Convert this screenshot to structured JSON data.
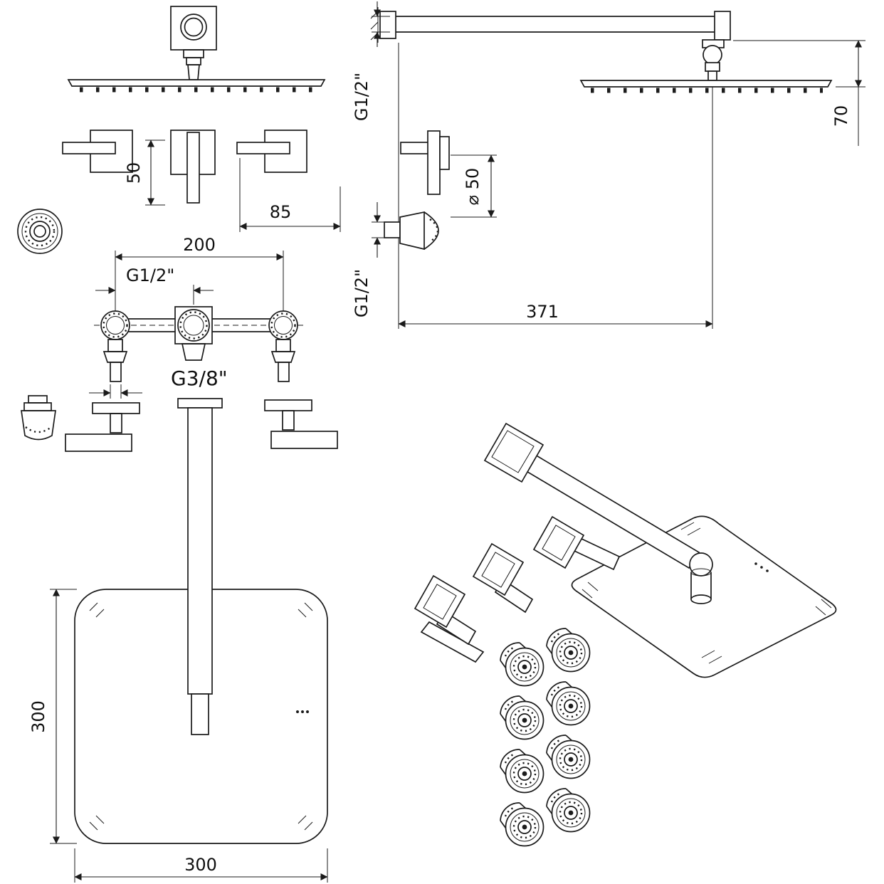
{
  "drawing": {
    "background": "#ffffff",
    "stroke_color": "#1b1b1b",
    "labels": {
      "dim_50": "50",
      "dim_85": "85",
      "dim_200": "200",
      "g12_valve_center": "G1/2\"",
      "g38_inlet": "G3/8\"",
      "dim_300_height": "300",
      "dim_300_width": "300",
      "g12_arm": "G1/2\"",
      "g12_jet": "G1/2\"",
      "dia_50": "⌀ 50",
      "dim_70": "70",
      "dim_371": "371"
    }
  }
}
